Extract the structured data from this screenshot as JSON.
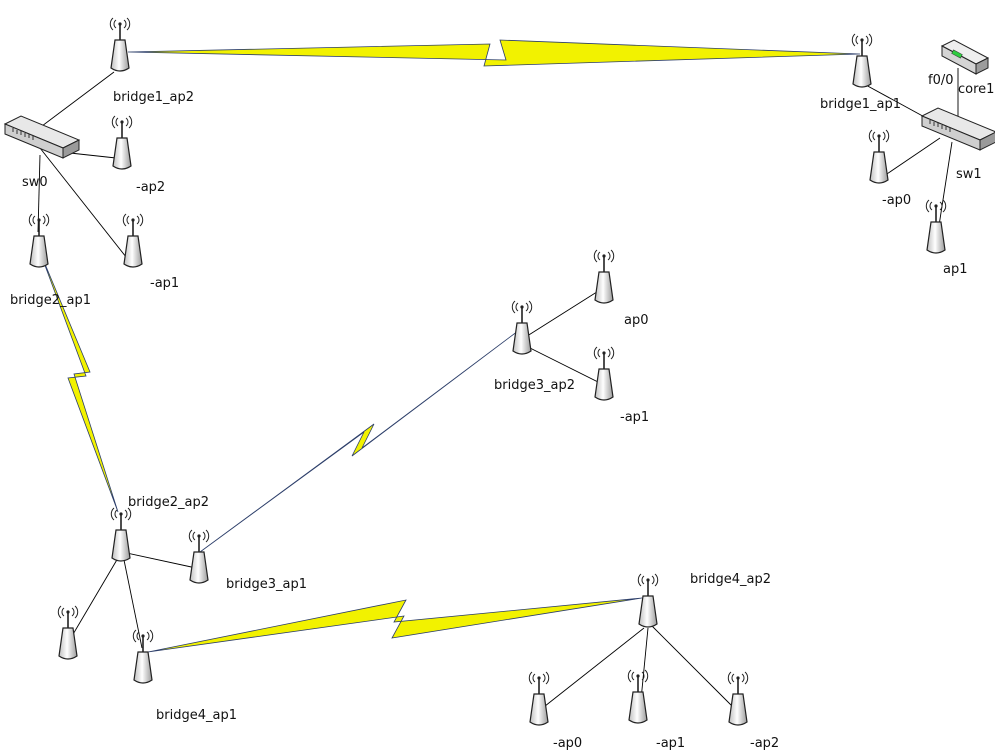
{
  "devices": {
    "sw0": "sw0",
    "sw1": "sw1",
    "core1": "core1",
    "core1_port": "f0/0"
  },
  "aps": {
    "bridge1_ap2": "bridge1_ap2",
    "bridge1_ap1": "bridge1_ap1",
    "left_ap2": "-ap2",
    "left_ap1": "-ap1",
    "bridge2_ap1": "bridge2_ap1",
    "right_ap0": "-ap0",
    "right_ap1": "ap1",
    "mid_ap0": "ap0",
    "mid_ap1": "-ap1",
    "bridge3_ap2": "bridge3_ap2",
    "bridge2_ap2": "bridge2_ap2",
    "bridge3_ap1": "bridge3_ap1",
    "bridge4_ap1": "bridge4_ap1",
    "bridge4_ap2": "bridge4_ap2",
    "bottom_ap0": "-ap0",
    "bottom_ap1": "-ap1",
    "bottom_ap2": "-ap2"
  },
  "colors": {
    "wireless_fill": "#f2f200",
    "wireless_edge": "#2c3e6a",
    "wire": "#000000"
  }
}
